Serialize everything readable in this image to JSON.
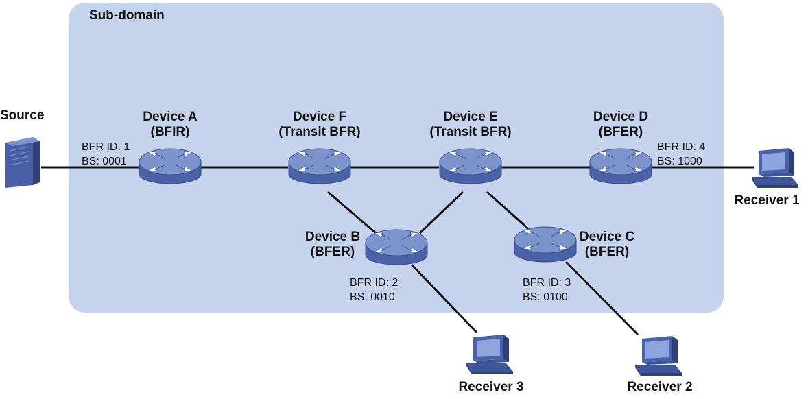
{
  "subdomain": {
    "label": "Sub-domain",
    "fill": "#c5d4ec"
  },
  "colors": {
    "router_top": "#7b94cc",
    "router_side": "#4a62a6",
    "router_edge": "#3b4f8c",
    "arrow": "#ffffff",
    "link": "#111111",
    "pc_blue": "#4a62ad",
    "pc_screen": "#8fa3dc",
    "server": "#4b5fa8"
  },
  "source": {
    "label": "Source",
    "icon": "server-icon"
  },
  "devices": {
    "a": {
      "name": "Device A",
      "role": "(BFIR)",
      "bfr_id": "BFR ID: 1",
      "bs": "BS: 0001",
      "icon": "router-icon"
    },
    "f": {
      "name": "Device F",
      "role": "(Transit BFR)",
      "icon": "router-icon"
    },
    "e": {
      "name": "Device E",
      "role": "(Transit BFR)",
      "icon": "router-icon"
    },
    "d": {
      "name": "Device D",
      "role": "(BFER)",
      "bfr_id": "BFR ID: 4",
      "bs": "BS: 1000",
      "icon": "router-icon"
    },
    "b": {
      "name": "Device B",
      "role": "(BFER)",
      "bfr_id": "BFR ID: 2",
      "bs": "BS: 0010",
      "icon": "router-icon"
    },
    "c": {
      "name": "Device C",
      "role": "(BFER)",
      "bfr_id": "BFR ID: 3",
      "bs": "BS: 0100",
      "icon": "router-icon"
    }
  },
  "receivers": {
    "r1": {
      "label": "Receiver 1",
      "icon": "pc-icon"
    },
    "r2": {
      "label": "Receiver 2",
      "icon": "pc-icon"
    },
    "r3": {
      "label": "Receiver 3",
      "icon": "pc-icon"
    }
  }
}
